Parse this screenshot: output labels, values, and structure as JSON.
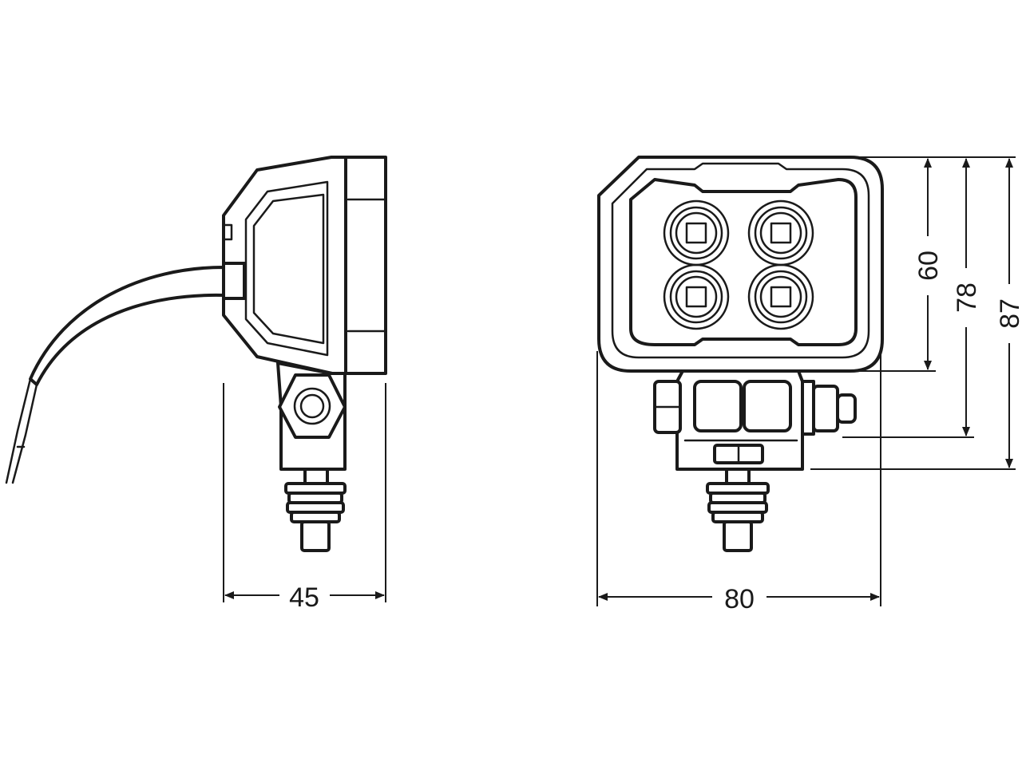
{
  "dimensions": {
    "side_width": "45",
    "front_width": "80",
    "front_height_lens": "60",
    "front_height_mount": "78",
    "front_height_total": "87"
  },
  "colors": {
    "line": "#1a1a1a",
    "background": "#ffffff"
  }
}
